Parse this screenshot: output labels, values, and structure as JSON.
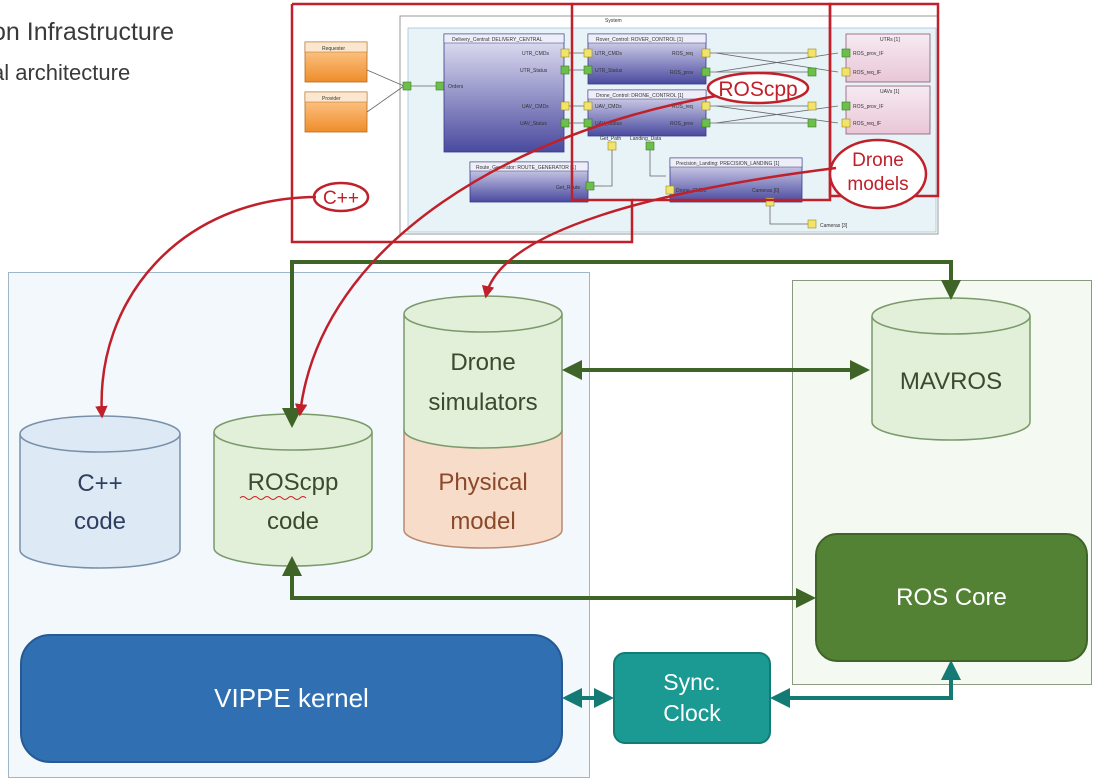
{
  "header": {
    "line1": "on Infrastructure",
    "line2": "al architecture"
  },
  "screenshot": {
    "system_title": "System",
    "requester": "Requester",
    "provider": "Provider",
    "delivery_central": "Delivery_Central: DELIVERY_CENTRAL",
    "orders": "Orders",
    "utr_cmds": "UTR_CMDs",
    "utr_status": "UTR_Status",
    "uav_cmds": "UAV_CMDs",
    "uav_status": "UAV_Status",
    "rover_control": "Rover_Control: ROVER_CONTROL [1]",
    "drone_control": "Drone_Control: DRONE_CONTROL [1]",
    "ros_req": "ROS_req",
    "ros_prov": "ROS_prov",
    "get_path": "Get_Path",
    "landing_data": "Landing_Data",
    "route_generator": "Route_Generator: ROUTE_GENERATOR [1]",
    "get_route": "Get_Route",
    "precision_landing": "Precision_Landing: PRECISION_LANDING [1]",
    "drone_cmds": "Drone_CMDs",
    "cameras_port": "Cameras [0]",
    "cameras": "Cameras [3]",
    "utrs": "UTRs [1]",
    "uavs": "UAVs [1]",
    "ros_prov_if": "ROS_prov_IF",
    "ros_req_if": "ROS_req_IF"
  },
  "callouts": {
    "cpp": "C++",
    "roscpp": "ROScpp",
    "drone_models_line1": "Drone",
    "drone_models_line2": "models"
  },
  "cylinders": {
    "cpp_line1": "C++",
    "cpp_line2": "code",
    "roscpp_line1": "ROScpp",
    "roscpp_line2": "code",
    "drone_sim_line1": "Drone",
    "drone_sim_line2": "simulators",
    "physical_line1": "Physical",
    "physical_line2": "model",
    "mavros": "MAVROS"
  },
  "boxes": {
    "vippe_kernel": "VIPPE kernel",
    "ros_core": "ROS Core",
    "sync_line1": "Sync.",
    "sync_line2": "Clock"
  },
  "colors": {
    "callout_red": "#c0202a",
    "arrow_green": "#3f6428",
    "sync_teal": "#1a9a92",
    "kernel_blue": "#2f6fb2",
    "ros_core_green": "#548235",
    "left_panel_bg": "#f3f8fc",
    "right_panel_bg": "#f4f9f1"
  }
}
